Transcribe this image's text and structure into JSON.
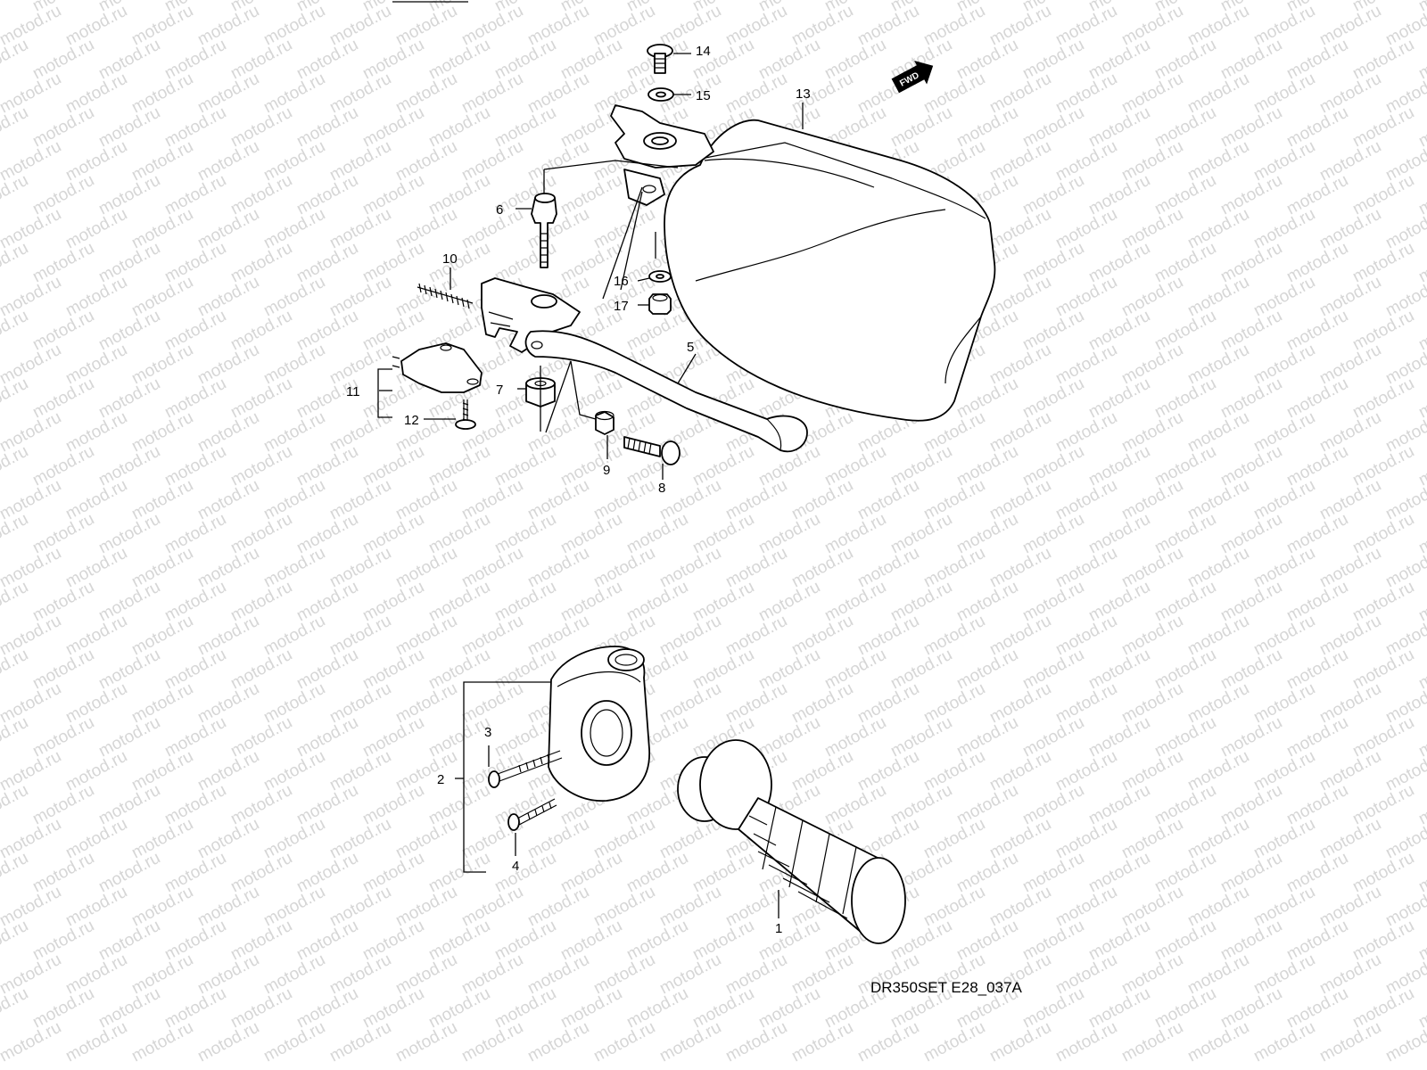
{
  "diagram": {
    "code": "DR350SET E28_037A",
    "watermark": "motod.ru",
    "fwd_label": "FWD",
    "callouts": {
      "c1": "1",
      "c2": "2",
      "c3": "3",
      "c4": "4",
      "c5": "5",
      "c6": "6",
      "c7": "7",
      "c8": "8",
      "c9": "9",
      "c10": "10",
      "c11": "11",
      "c12": "12",
      "c13": "13",
      "c14": "14",
      "c15": "15",
      "c16": "16",
      "c17": "17"
    }
  }
}
